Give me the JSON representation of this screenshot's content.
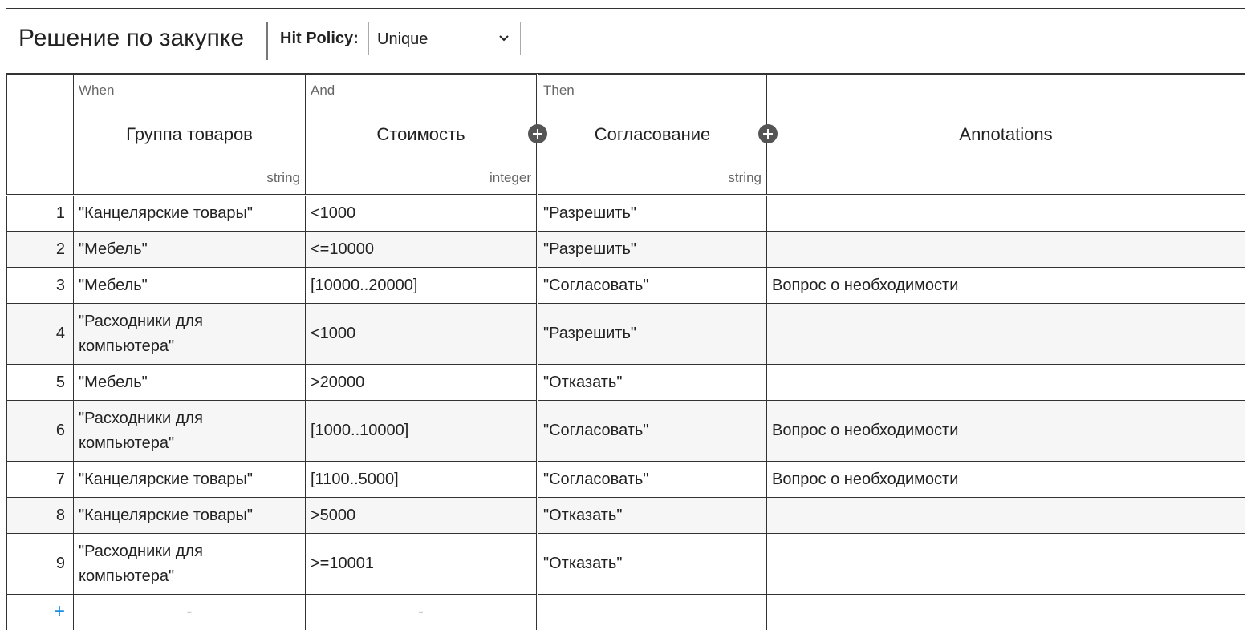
{
  "header": {
    "title": "Решение по закупке",
    "hit_policy_label": "Hit Policy:",
    "hit_policy_value": "Unique"
  },
  "columns": [
    {
      "keyword": "When",
      "name": "Группа товаров",
      "type": "string"
    },
    {
      "keyword": "And",
      "name": "Стоимость",
      "type": "integer"
    },
    {
      "keyword": "Then",
      "name": "Согласование",
      "type": "string"
    },
    {
      "name": "Annotations"
    }
  ],
  "rows": [
    {
      "index": "1",
      "group": "\"Канцелярские товары\"",
      "cost": "<1000",
      "approval": "\"Разрешить\"",
      "annotation": ""
    },
    {
      "index": "2",
      "group": "\"Мебель\"",
      "cost": "<=10000",
      "approval": "\"Разрешить\"",
      "annotation": ""
    },
    {
      "index": "3",
      "group": "\"Мебель\"",
      "cost": "[10000..20000]",
      "approval": "\"Согласовать\"",
      "annotation": "Вопрос о необходимости"
    },
    {
      "index": "4",
      "group": "\"Расходники для компьютера\"",
      "cost": "<1000",
      "approval": "\"Разрешить\"",
      "annotation": ""
    },
    {
      "index": "5",
      "group": "\"Мебель\"",
      "cost": ">20000",
      "approval": "\"Отказать\"",
      "annotation": ""
    },
    {
      "index": "6",
      "group": "\"Расходники для компьютера\"",
      "cost": "[1000..10000]",
      "approval": "\"Согласовать\"",
      "annotation": "Вопрос о необходимости"
    },
    {
      "index": "7",
      "group": "\"Канцелярские товары\"",
      "cost": "[1100..5000]",
      "approval": "\"Согласовать\"",
      "annotation": "Вопрос о необходимости"
    },
    {
      "index": "8",
      "group": "\"Канцелярские товары\"",
      "cost": ">5000",
      "approval": "\"Отказать\"",
      "annotation": ""
    },
    {
      "index": "9",
      "group": "\"Расходники для компьютера\"",
      "cost": ">=10001",
      "approval": "\"Отказать\"",
      "annotation": ""
    }
  ],
  "add_row": {
    "plus": "+",
    "placeholder": "-"
  },
  "icons": {
    "add_column": "plus-circle-icon",
    "dropdown": "chevron-down-icon"
  }
}
